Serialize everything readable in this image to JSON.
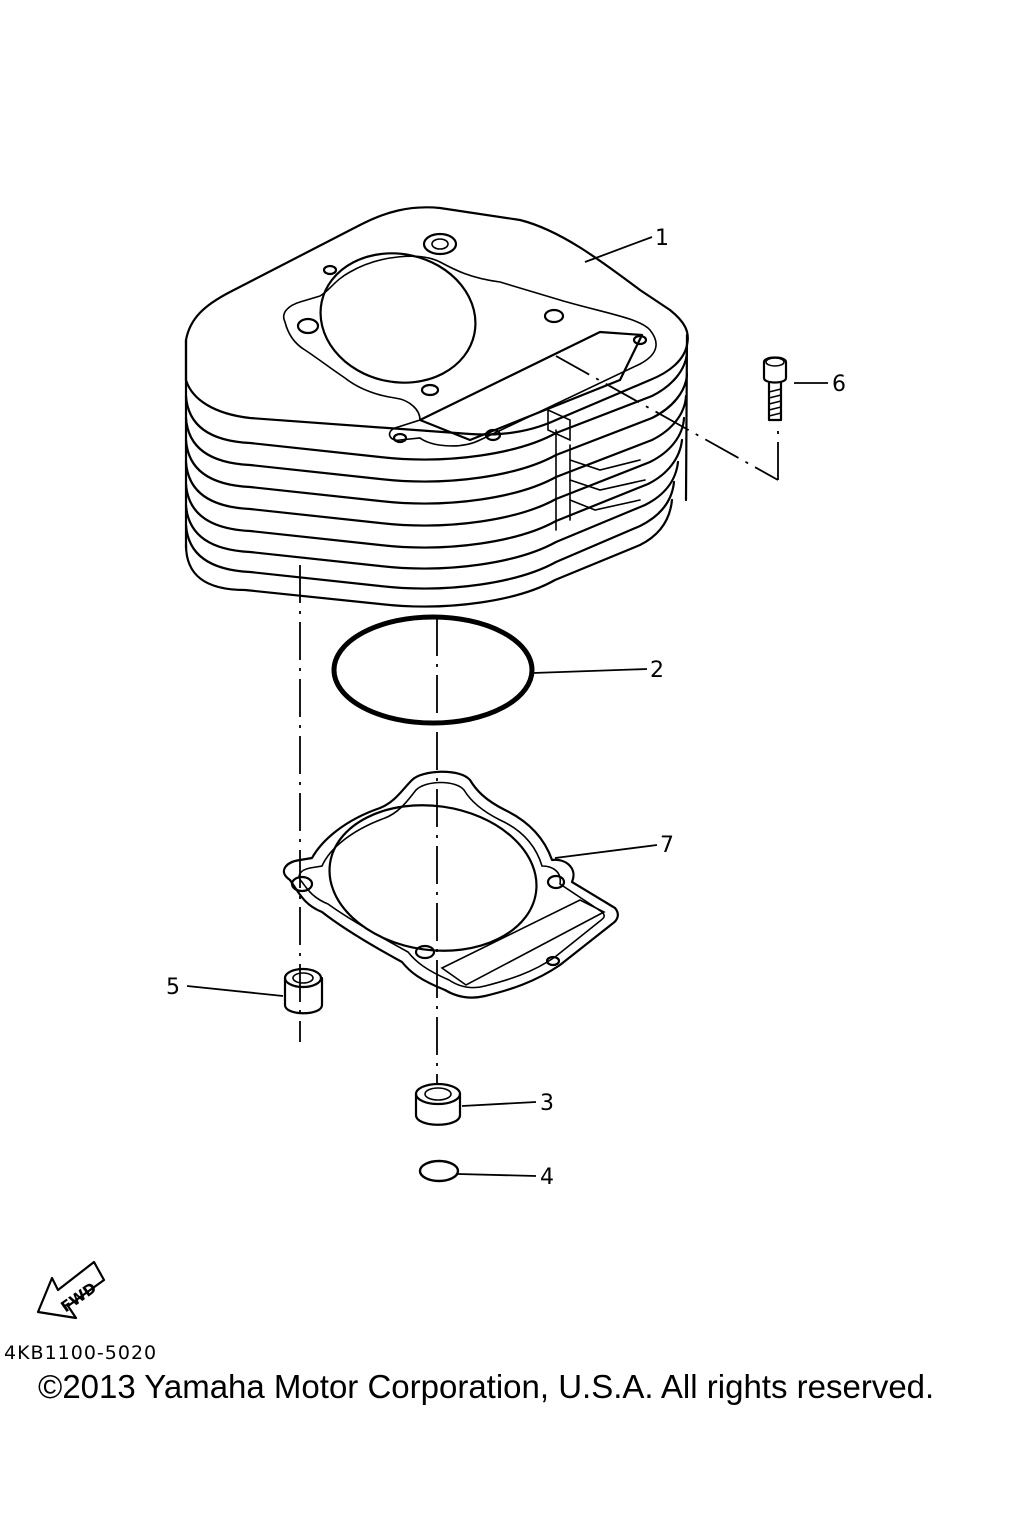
{
  "parts": {
    "cylinder": "1",
    "o_ring_large": "2",
    "dowel_pin_front": "3",
    "o_ring_small": "4",
    "dowel_pin_rear": "5",
    "bolt": "6",
    "gasket": "7"
  },
  "fwd_label": "FWD",
  "drawing_code": "4KB1100-5020",
  "copyright": "©2013 Yamaha Motor Corporation, U.S.A. All rights reserved."
}
